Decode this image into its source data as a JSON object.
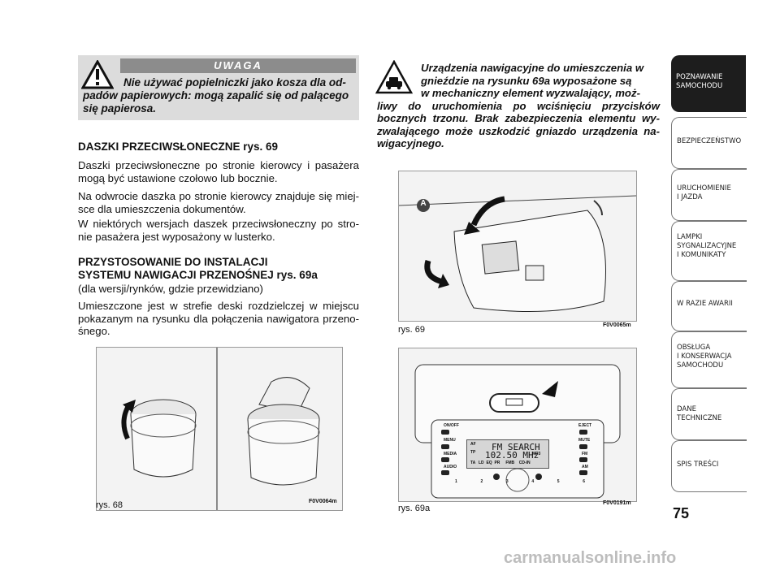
{
  "warning": {
    "heading": "UWAGA",
    "text": "Nie używać popielniczki jako kosza dla od-padów papierowych: mogą zapalić się od palącego się papierosa."
  },
  "sections": {
    "visors_title": "DASZKI PRZECIWSŁONECZNE rys. 69",
    "visors_p1": "Daszki przeciwsłoneczne po stronie kierowcy i pasażera mogą być ustawione czołowo lub bocznie.",
    "visors_p2": "Na odwrocie daszka po stronie kierowcy znajduje się miej-sce dla umieszczenia dokumentów.",
    "visors_p3": "W niektórych wersjach daszek przeciwsłoneczny po stro-nie pasażera jest wyposażony w lusterko.",
    "nav_title_1": "PRZYSTOSOWANIE DO INSTALACJI",
    "nav_title_2": "SYSTEMU NAWIGACJI PRZENOŚNEJ rys. 69a",
    "nav_sub": "(dla wersji/rynków, gdzie przewidziano)",
    "nav_p1": "Umieszczone jest w strefie deski rozdzielczej w miejscu pokazanym na rysunku dla połączenia nawigatora przeno-śnego."
  },
  "note": {
    "line1": "Urządzenia nawigacyjne do umieszczenia w",
    "line2": "gnieździe na rysunku 69a wyposażone są",
    "line3": "w mechaniczny element wyzwalający, moż-",
    "rest": "liwy do uruchomienia po wciśnięciu przycisków bocznych trzonu. Brak zabezpieczenia elementu wy-zwalającego może uszkodzić gniazdo urządzenia na-wigacyjnego."
  },
  "figures": {
    "fig68_caption": "rys. 68",
    "fig68_code": "F0V0064m",
    "fig69_caption": "rys. 69",
    "fig69_code": "F0V0065m",
    "fig69_label_a": "A",
    "fig69a_caption": "rys. 69a",
    "fig69a_code": "F0V0191m",
    "radio": {
      "display_line1": "FM SEARCH",
      "display_line2": "102.50 MHz",
      "af": "AF",
      "tp": "TP",
      "ta": "TA",
      "mp3": "MP3",
      "status_row": "LD  EQ  PR     FMB    CD-IN",
      "on_off": "ON/OFF",
      "eject": "EJECT",
      "menu": "MENU",
      "mute": "MUTE",
      "media": "MEDIA",
      "fm": "FM",
      "audio": "AUDIO",
      "am": "AM",
      "presets": [
        "1",
        "2",
        "3",
        "4",
        "5",
        "6"
      ]
    }
  },
  "tabs": [
    {
      "label": "POZNAWANIE\nSAMOCHODU",
      "active": true
    },
    {
      "label": "BEZPIECZEŃSTWO",
      "active": false
    },
    {
      "label": "URUCHOMIENIE\nI JAZDA",
      "active": false
    },
    {
      "label": "LAMPKI\nSYGNALIZACYJNE\nI KOMUNIKATY",
      "active": false
    },
    {
      "label": "W RAZIE AWARII",
      "active": false
    },
    {
      "label": "OBSŁUGA\nI KONSERWACJA\nSAMOCHODU",
      "active": false
    },
    {
      "label": "DANE\nTECHNICZNE",
      "active": false
    },
    {
      "label": "SPIS TREŚCI",
      "active": false
    }
  ],
  "page_number": "75",
  "footer": "carmanualsonline.info"
}
